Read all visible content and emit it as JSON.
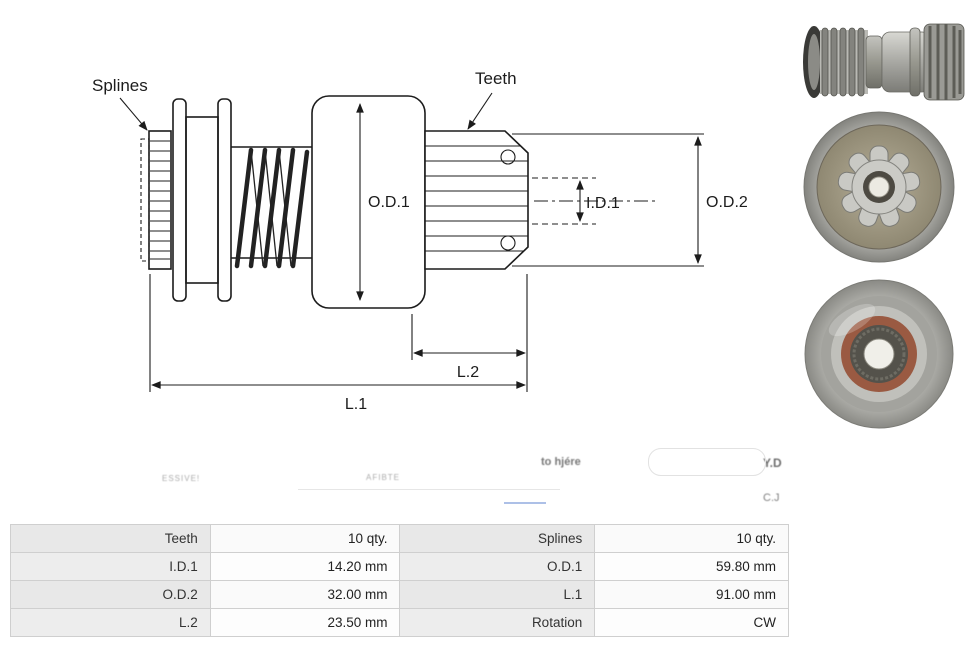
{
  "diagram": {
    "callouts": {
      "splines": "Splines",
      "teeth": "Teeth"
    },
    "dimensions": {
      "od1": "O.D.1",
      "id1": "I.D.1",
      "od2": "O.D.2",
      "l1": "L.1",
      "l2": "L.2"
    }
  },
  "watermark": {
    "fragments": [
      {
        "text": "ESSIVE!"
      },
      {
        "text": "AFIBTE"
      },
      {
        "text": "to hjére"
      },
      {
        "text": "Y.D"
      },
      {
        "text": "C.J"
      }
    ]
  },
  "spec_table": {
    "rows": [
      {
        "label1": "Teeth",
        "value1": "10 qty.",
        "label2": "Splines",
        "value2": "10 qty."
      },
      {
        "label1": "I.D.1",
        "value1": "14.20 mm",
        "label2": "O.D.1",
        "value2": "59.80 mm"
      },
      {
        "label1": "O.D.2",
        "value1": "32.00 mm",
        "label2": "L.1",
        "value2": "91.00 mm"
      },
      {
        "label1": "L.2",
        "value1": "23.50 mm",
        "label2": "Rotation",
        "value2": "CW"
      }
    ]
  }
}
